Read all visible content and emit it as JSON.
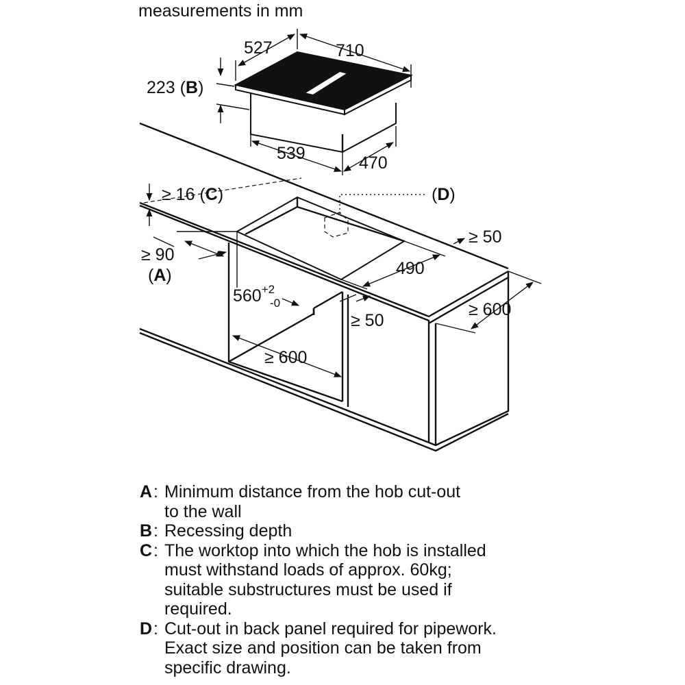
{
  "header": {
    "title": "measurements in mm"
  },
  "dimensions": {
    "hob_depth": "527",
    "hob_width": "710",
    "recess_depth": "223",
    "recess_ref": "B",
    "body_width": "539",
    "body_depth": "470",
    "worktop_thickness": "≥ 16",
    "worktop_ref": "C",
    "back_cutout_ref": "D",
    "rear_clearance": "≥ 50",
    "cutout_depth": "490",
    "wall_distance": "≥ 90",
    "wall_ref": "A",
    "cutout_width_base": "560",
    "cutout_width_tol_plus": "+2",
    "cutout_width_tol_minus": "-0",
    "front_clearance": "≥ 50",
    "worktop_depth": "≥ 600",
    "cabinet_width": "≥ 600"
  },
  "notes": [
    {
      "key": "A",
      "text": "Minimum distance from the hob cut-out\nto the wall"
    },
    {
      "key": "B",
      "text": "Recessing depth"
    },
    {
      "key": "C",
      "text": "The worktop into which the hob is installed\nmust withstand loads of approx. 60kg;\nsuitable substructures must be used if\nrequired."
    },
    {
      "key": "D",
      "text": "Cut-out in back panel required for pipework.\nExact size and position can be taken from\nspecific drawing."
    }
  ]
}
